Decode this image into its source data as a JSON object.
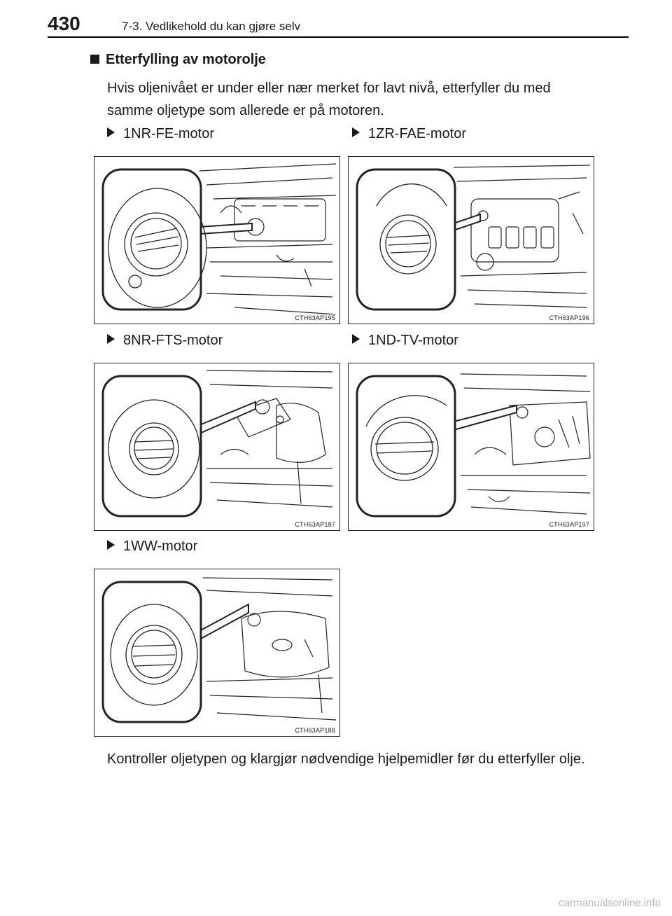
{
  "header": {
    "page_number": "430",
    "chapter": "7-3. Vedlikehold du kan gjøre selv"
  },
  "section": {
    "title": "Etterfylling av motorolje",
    "intro": "Hvis oljenivået er under eller nær merket for lavt nivå, etterfyller du med samme oljetype som allerede er på motoren."
  },
  "figures": [
    {
      "engine": "1NR-FE-motor",
      "code": "CTH63AP195"
    },
    {
      "engine": "1ZR-FAE-motor",
      "code": "CTH63AP196"
    },
    {
      "engine": "8NR-FTS-motor",
      "code": "CTH63AP187"
    },
    {
      "engine": "1ND-TV-motor",
      "code": "CTH63AP197"
    },
    {
      "engine": "1WW-motor",
      "code": "CTH63AP188"
    }
  ],
  "closing": "Kontroller oljetypen og klargjør nødvendige hjelpemidler før du etterfyller olje.",
  "watermark": "carmanualsonline.info"
}
